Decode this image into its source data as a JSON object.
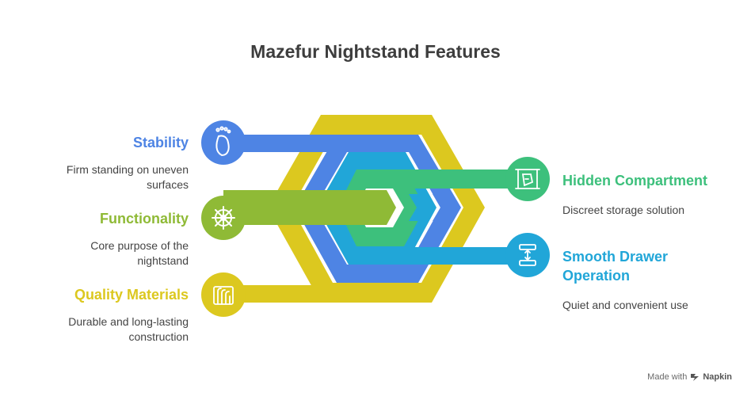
{
  "title": "Mazefur Nightstand Features",
  "colors": {
    "yellow": "#dcc81f",
    "blue": "#4e84e4",
    "cyan": "#21a6d8",
    "green": "#3dc07c",
    "olive": "#8fba36"
  },
  "features": [
    {
      "label": "Stability",
      "description_lines": [
        "Firm standing on uneven",
        "surfaces"
      ],
      "color": "#4e84e4",
      "icon": "footprint-icon"
    },
    {
      "label": "Functionality",
      "description_lines": [
        "Core purpose of the",
        "nightstand"
      ],
      "color": "#8fba36",
      "icon": "ship-wheel-icon"
    },
    {
      "label": "Quality Materials",
      "description_lines": [
        "Durable and long-lasting",
        "construction"
      ],
      "color": "#dcc81f",
      "icon": "wood-grain-icon"
    },
    {
      "label": "Hidden Compartment",
      "description_lines": [
        "Discreet storage solution"
      ],
      "color": "#3dc07c",
      "icon": "secret-compartment-icon"
    },
    {
      "label_lines": [
        "Smooth Drawer",
        "Operation"
      ],
      "description_lines": [
        "Quiet and convenient use"
      ],
      "color": "#21a6d8",
      "icon": "drawer-slide-icon"
    }
  ],
  "credit": {
    "prefix": "Made with",
    "brand": "Napkin"
  }
}
